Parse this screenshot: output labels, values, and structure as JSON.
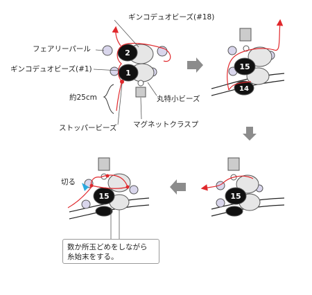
{
  "labels": {
    "ginko_duo_18": "ギンコデュオビーズ(#18)",
    "fairy_pearl": "フェアリーパール",
    "ginko_duo_1": "ギンコデュオビーズ(#1)",
    "approx_length": "約25cm",
    "round_small": "丸特小ビーズ",
    "magnet_clasp": "マグネットクラスプ",
    "stopper_bead": "ストッパービーズ",
    "cut": "切る"
  },
  "bead_numbers": {
    "step1_top": "2",
    "step1_bottom": "1",
    "step2_top": "15",
    "step2_bottom": "14",
    "step3": "15",
    "step4": "15"
  },
  "note": {
    "line1": "数か所玉どめをしながら",
    "line2": "糸始末をする。"
  },
  "colors": {
    "thread": "#e0282c",
    "bead_dark": "#111111",
    "bead_gray": "#e6e6e6",
    "pearl": "#d9d6ec",
    "arrow": "#8c8c8c",
    "scissors_mark": "#2aa9e0"
  }
}
